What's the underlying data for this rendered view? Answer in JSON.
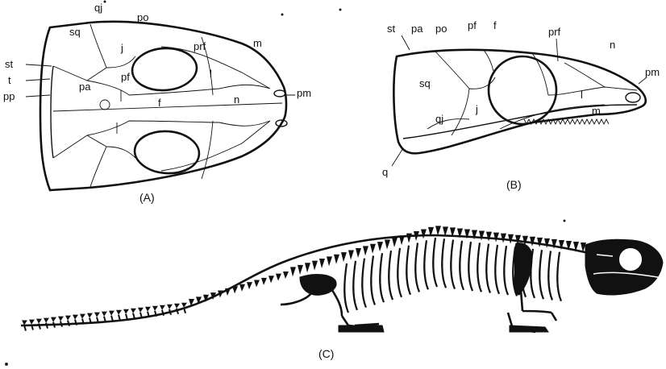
{
  "figure": {
    "panel_a": {
      "caption": "(A)",
      "labels": [
        "qj",
        "sq",
        "po",
        "j",
        "pf",
        "prf",
        "m",
        "st",
        "t",
        "pa",
        "f",
        "n",
        "pm",
        "pp"
      ]
    },
    "panel_b": {
      "caption": "(B)",
      "labels": [
        "st",
        "pa",
        "po",
        "pf",
        "f",
        "prf",
        "n",
        "pm",
        "sq",
        "j",
        "l",
        "qj",
        "m",
        "q"
      ]
    },
    "panel_c": {
      "caption": "(C)"
    }
  }
}
